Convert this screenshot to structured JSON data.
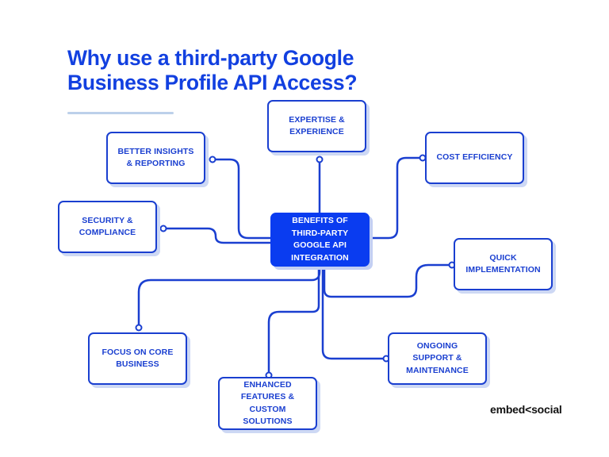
{
  "title": {
    "line1": "Why use a third-party Google",
    "line2": "Business Profile API Access?"
  },
  "colors": {
    "primary": "#1a3fd0",
    "center_fill": "#0a3cf0",
    "title": "#1240e0",
    "shadow": "#cdd8f4",
    "divider": "#bcd0ea"
  },
  "center_node": {
    "label": "BENEFITS OF\nTHIRD-PARTY\nGOOGLE API\nINTEGRATION"
  },
  "nodes": [
    {
      "id": "expertise",
      "label": "EXPERTISE &\nEXPERIENCE"
    },
    {
      "id": "insights",
      "label": "BETTER INSIGHTS\n& REPORTING"
    },
    {
      "id": "cost",
      "label": "COST EFFICIENCY"
    },
    {
      "id": "security",
      "label": "SECURITY &\nCOMPLIANCE"
    },
    {
      "id": "quick",
      "label": "QUICK\nIMPLEMENTATION"
    },
    {
      "id": "focus",
      "label": "FOCUS ON CORE\nBUSINESS"
    },
    {
      "id": "enhanced",
      "label": "ENHANCED\nFEATURES &\nCUSTOM\nSOLUTIONS"
    },
    {
      "id": "support",
      "label": "ONGOING\nSUPPORT &\nMAINTENANCE"
    }
  ],
  "brand": {
    "logo_text": "embed<social"
  }
}
